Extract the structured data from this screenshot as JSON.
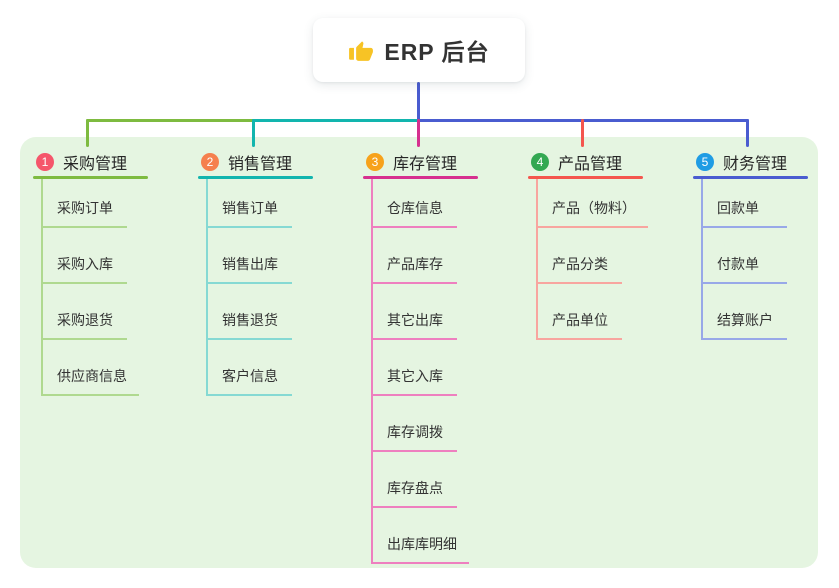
{
  "root": {
    "label": "ERP 后台",
    "icon": "thumbs-up-icon",
    "icon_color": "#F7C325"
  },
  "canvas": {
    "panel_background": "#E5F5E1",
    "connector_stem_color": "#4A5CD0"
  },
  "branches": [
    {
      "index": "1",
      "title": "采购管理",
      "badge_color": "#F5566B",
      "line_color": "#7EBB40",
      "sub_line_color": "#AFD98F",
      "items": [
        "采购订单",
        "采购入库",
        "采购退货",
        "供应商信息"
      ]
    },
    {
      "index": "2",
      "title": "销售管理",
      "badge_color": "#F5804E",
      "line_color": "#12B5AE",
      "sub_line_color": "#85D9D3",
      "items": [
        "销售订单",
        "销售出库",
        "销售退货",
        "客户信息"
      ]
    },
    {
      "index": "3",
      "title": "库存管理",
      "badge_color": "#F7A21B",
      "line_color": "#D6308F",
      "sub_line_color": "#EE7FBF",
      "items": [
        "仓库信息",
        "产品库存",
        "其它出库",
        "其它入库",
        "库存调拨",
        "库存盘点",
        "出库库明细"
      ]
    },
    {
      "index": "4",
      "title": "产品管理",
      "badge_color": "#33A852",
      "line_color": "#F4564E",
      "sub_line_color": "#F8A59F",
      "items": [
        "产品（物料）",
        "产品分类",
        "产品单位"
      ]
    },
    {
      "index": "5",
      "title": "财务管理",
      "badge_color": "#1F9CE4",
      "line_color": "#4A5CD0",
      "sub_line_color": "#98A8E8",
      "items": [
        "回款单",
        "付款单",
        "结算账户"
      ]
    }
  ]
}
